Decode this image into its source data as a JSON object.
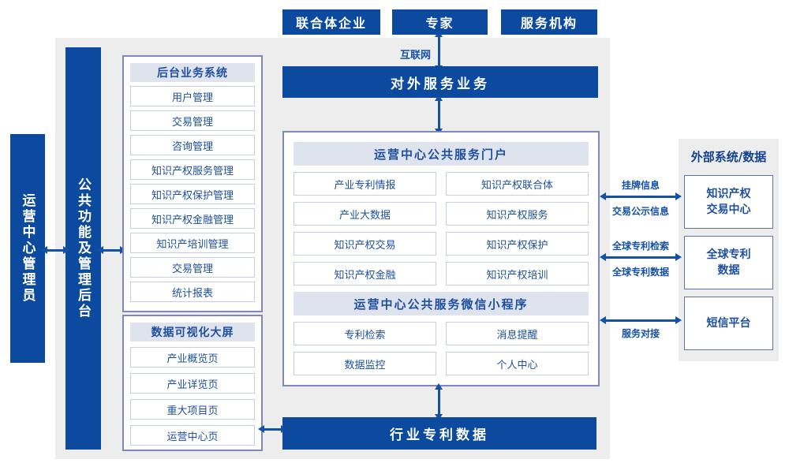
{
  "colors": {
    "primary_blue": "#0b4a9e",
    "background_gray": "#ededed",
    "header_strip": "#dfe3ee",
    "item_text_blue": "#1d4f9c"
  },
  "top_actors": [
    "联合体企业",
    "专家",
    "服务机构"
  ],
  "internet_label": "互联网",
  "bars": {
    "external_service": "对外服务业务",
    "industry_patent_data": "行业专利数据",
    "operation_admin": "运营中心管理员",
    "public_backend": "公共功能及管理后台"
  },
  "backend_system": {
    "title": "后台业务系统",
    "items": [
      "用户管理",
      "交易管理",
      "咨询管理",
      "知识产权服务管理",
      "知识产权保护管理",
      "知识产权金融管理",
      "知识产培训管理",
      "交易管理",
      "统计报表"
    ]
  },
  "dashboard": {
    "title": "数据可视化大屏",
    "items": [
      "产业概览页",
      "产业详览页",
      "重大项目页",
      "运营中心页"
    ]
  },
  "portal": {
    "title": "运营中心公共服务门户",
    "items": [
      "产业专利情报",
      "知识产权联合体",
      "产业大数据",
      "知识产权服务",
      "知识产权交易",
      "知识产权保护",
      "知识产权金融",
      "知识产权培训"
    ]
  },
  "miniprogram": {
    "title": "运营中心公共服务微信小程序",
    "items": [
      "专利检索",
      "消息提醒",
      "数据监控",
      "个人中心"
    ]
  },
  "external_systems": {
    "title": "外部系统/数据",
    "boxes": [
      {
        "lines": [
          "知识产权",
          "交易中心"
        ]
      },
      {
        "lines": [
          "全球专利",
          "数据"
        ]
      },
      {
        "lines": [
          "短信平台"
        ]
      }
    ]
  },
  "link_labels": {
    "listing_info": "挂牌信息",
    "trade_publicity": "交易公示信息",
    "global_patent_search": "全球专利检索",
    "global_patent_data": "全球专利数据",
    "service_connect": "服务对接"
  }
}
